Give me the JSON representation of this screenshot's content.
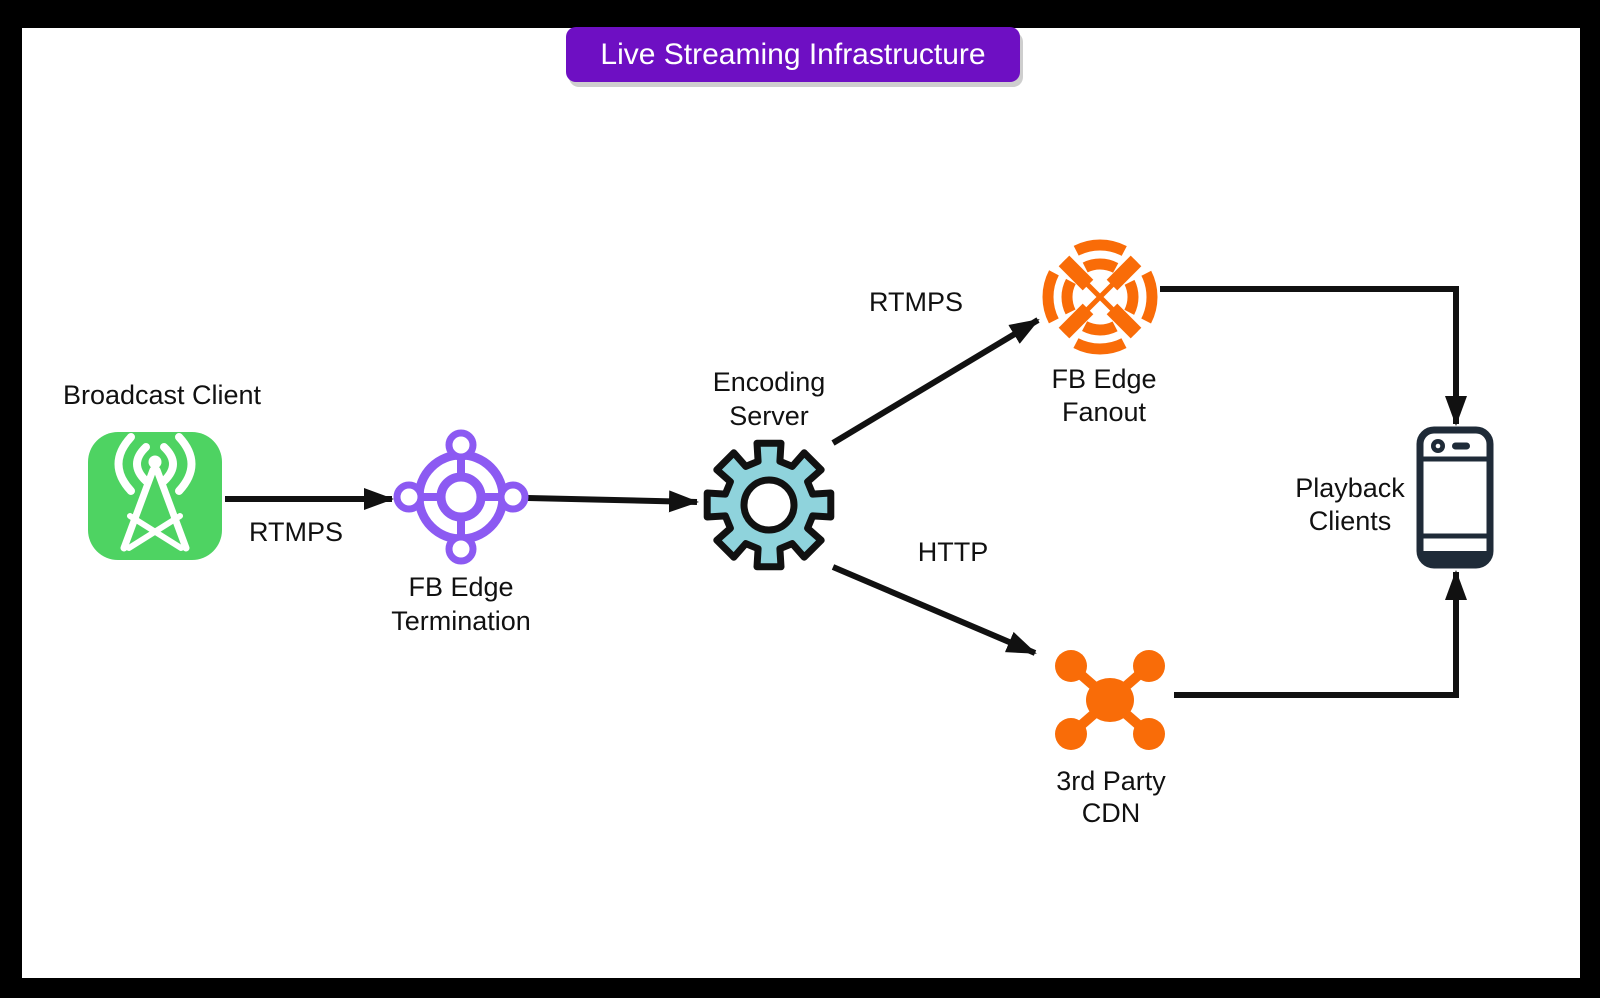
{
  "title": {
    "text": "Live Streaming Infrastructure"
  },
  "colors": {
    "page_bg": "#000000",
    "canvas_bg": "#FFFFFF",
    "title_bg": "#6E0FC3",
    "title_fg": "#FFFFFF",
    "broadcast_green": "#4ED362",
    "termination_purple": "#8C5AF2",
    "encoder_teal": "#8FD3DC",
    "fanout_orange": "#F96C08",
    "cdn_orange": "#F96C08",
    "phone_navy": "#1F2B38",
    "arrow_black": "#111111",
    "label_black": "#111111"
  },
  "nodes": {
    "broadcast_client": {
      "label": "Broadcast Client",
      "icon": "broadcast-tower-icon"
    },
    "fb_edge_termination": {
      "label_line1": "FB Edge",
      "label_line2": "Termination",
      "icon": "network-hub-icon"
    },
    "encoding_server": {
      "label_line1": "Encoding",
      "label_line2": "Server",
      "icon": "gear-icon"
    },
    "fb_edge_fanout": {
      "label_line1": "FB Edge",
      "label_line2": "Fanout",
      "icon": "fanout-target-icon"
    },
    "third_party_cdn": {
      "label_line1": "3rd Party",
      "label_line2": "CDN",
      "icon": "network-nodes-icon"
    },
    "playback_clients": {
      "label_line1": "Playback",
      "label_line2": "Clients",
      "icon": "smartphone-icon"
    }
  },
  "edges": {
    "broadcast_to_termination": {
      "label": "RTMPS"
    },
    "encoder_to_fanout": {
      "label": "RTMPS"
    },
    "encoder_to_cdn": {
      "label": "HTTP"
    }
  }
}
